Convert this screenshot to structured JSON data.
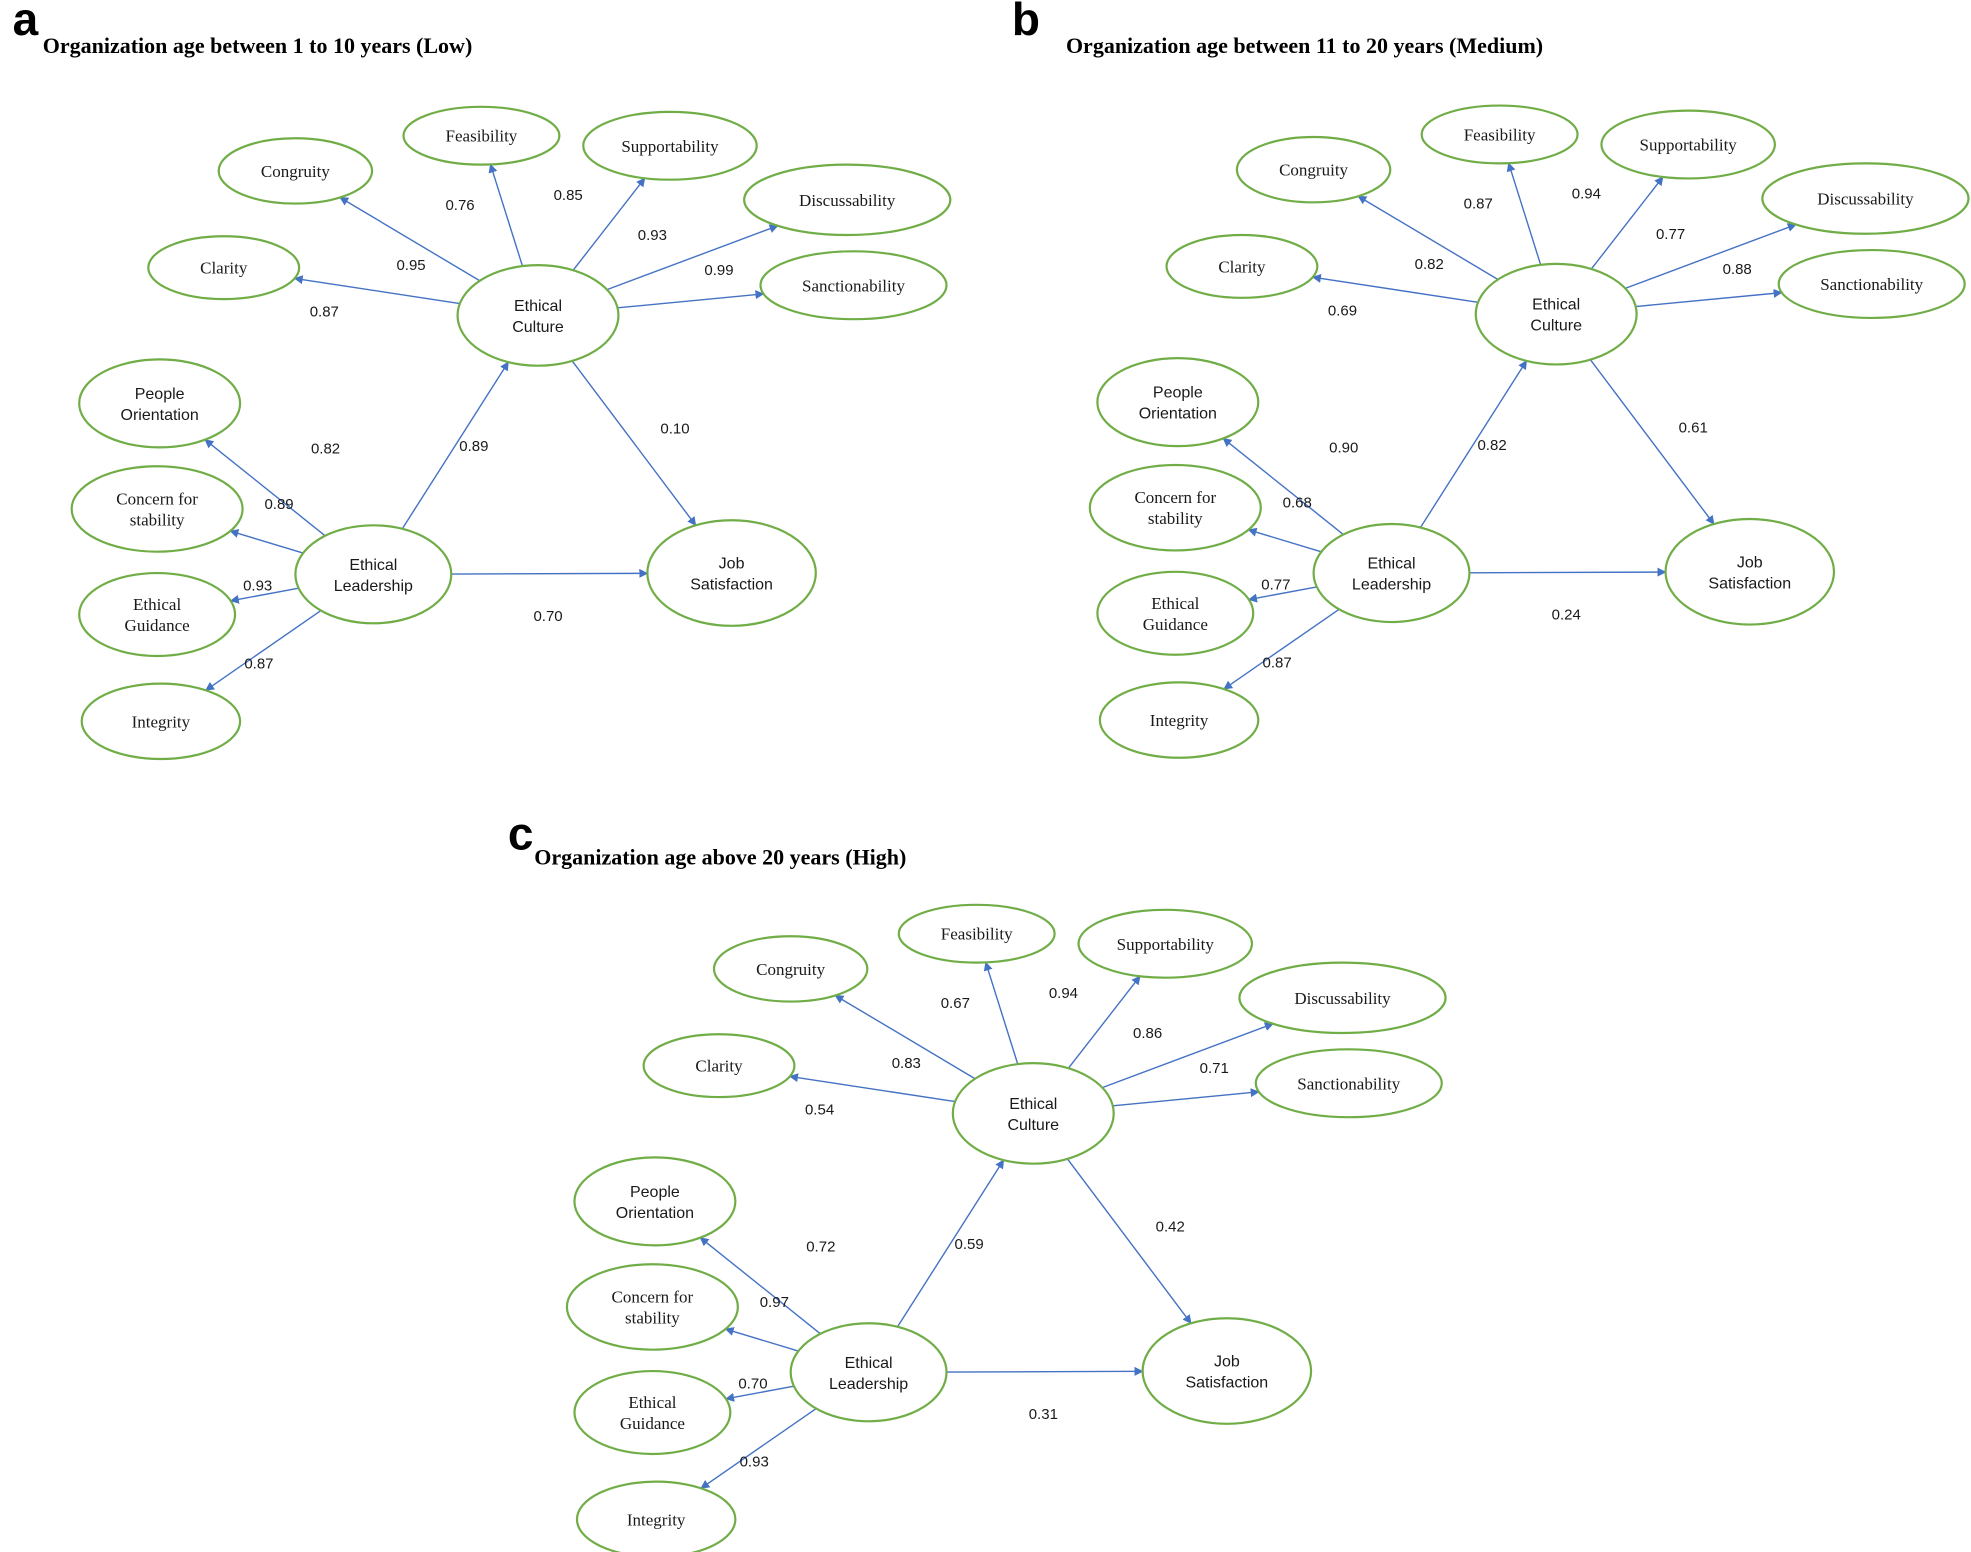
{
  "colors": {
    "node_stroke": "#70ad47",
    "edge": "#4472c4",
    "text": "#1a1a1a"
  },
  "node_labels": {
    "congruity": [
      "Congruity"
    ],
    "feasibility": [
      "Feasibility"
    ],
    "supportability": [
      "Supportability"
    ],
    "discussability": [
      "Discussability"
    ],
    "sanctionability": [
      "Sanctionability"
    ],
    "clarity": [
      "Clarity"
    ],
    "ethical_culture": [
      "Ethical",
      "Culture"
    ],
    "people_orientation": [
      "People",
      "Orientation"
    ],
    "concern_for_stability": [
      "Concern for",
      "stability"
    ],
    "ethical_guidance": [
      "Ethical",
      "Guidance"
    ],
    "integrity": [
      "Integrity"
    ],
    "ethical_leadership": [
      "Ethical",
      "Leadership"
    ],
    "job_satisfaction": [
      "Job",
      "Satisfaction"
    ]
  },
  "panels": [
    {
      "letter": "a",
      "title": "Organization age between 1 to 10 years (Low)",
      "edges": {
        "culture_congruity": "0.95",
        "culture_feasibility": "0.76",
        "culture_supportability": "0.85",
        "culture_discussability": "0.93",
        "culture_sanctionability": "0.99",
        "culture_clarity": "0.87",
        "culture_job": "0.10",
        "leadership_culture": "0.89",
        "leadership_people": "0.82",
        "leadership_concern": "0.89",
        "leadership_guidance": "0.93",
        "leadership_integrity": "0.87",
        "leadership_job": "0.70"
      }
    },
    {
      "letter": "b",
      "title": "Organization age between 11 to 20 years (Medium)",
      "edges": {
        "culture_congruity": "0.82",
        "culture_feasibility": "0.87",
        "culture_supportability": "0.94",
        "culture_discussability": "0.77",
        "culture_sanctionability": "0.88",
        "culture_clarity": "0.69",
        "culture_job": "0.61",
        "leadership_culture": "0.82",
        "leadership_people": "0.90",
        "leadership_concern": "0.68",
        "leadership_guidance": "0.77",
        "leadership_integrity": "0.87",
        "leadership_job": "0.24"
      }
    },
    {
      "letter": "c",
      "title": "Organization age above 20 years (High)",
      "edges": {
        "culture_congruity": "0.83",
        "culture_feasibility": "0.67",
        "culture_supportability": "0.94",
        "culture_discussability": "0.86",
        "culture_sanctionability": "0.71",
        "culture_clarity": "0.54",
        "culture_job": "0.42",
        "leadership_culture": "0.59",
        "leadership_people": "0.72",
        "leadership_concern": "0.97",
        "leadership_guidance": "0.70",
        "leadership_integrity": "0.93",
        "leadership_job": "0.31"
      }
    }
  ]
}
